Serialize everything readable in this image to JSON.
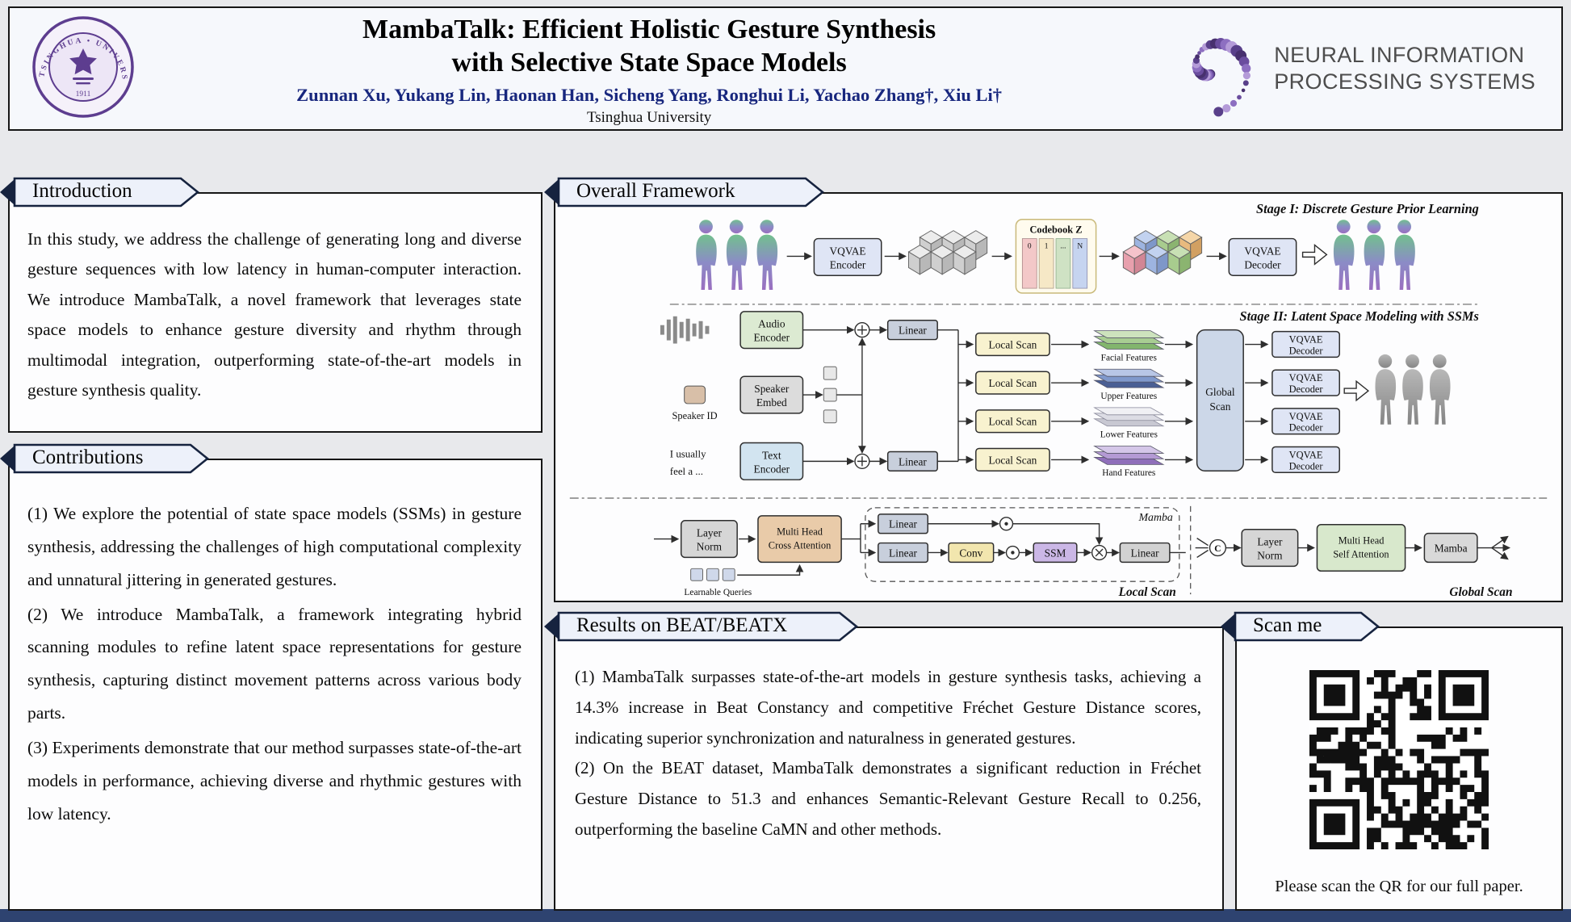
{
  "header": {
    "title_line1": "MambaTalk: Efficient Holistic Gesture Synthesis",
    "title_line2": "with Selective State Space Models",
    "authors": "Zunnan Xu, Yukang Lin, Haonan Han, Sicheng Yang, Ronghui Li, Yachao Zhang†, Xiu Li†",
    "affiliation": "Tsinghua University",
    "neurips": {
      "line1": "NEURAL INFORMATION",
      "line2": "PROCESSING SYSTEMS"
    },
    "seal": {
      "ring": "TSINGHUA  •  UNIVERSITY",
      "year": "1911"
    }
  },
  "sections": {
    "introduction": {
      "title": "Introduction",
      "body": "In this study, we address the challenge of generating long and diverse gesture sequences with low latency in human-computer interaction. We introduce MambaTalk, a novel framework that leverages state space models to enhance gesture diversity and rhythm through multimodal integration, outperforming state-of-the-art models in gesture synthesis quality."
    },
    "contributions": {
      "title": "Contributions",
      "items": [
        "(1) We explore the potential of state space models (SSMs) in gesture synthesis, addressing the challenges of high computational complexity and unnatural jittering in generated gestures.",
        "(2) We introduce MambaTalk, a framework integrating hybrid scanning modules to refine latent space representations for gesture synthesis, capturing distinct movement patterns across various body parts.",
        "(3) Experiments demonstrate that our method surpasses state-of-the-art models in performance, achieving diverse and rhythmic gestures with low latency."
      ]
    },
    "framework": {
      "title": "Overall Framework",
      "stage1": "Stage I: Discrete Gesture Prior Learning",
      "stage2": "Stage II: Latent Space Modeling with SSMs",
      "vqvae_encoder": {
        "l1": "VQVAE",
        "l2": "Encoder"
      },
      "vqvae_decoder": {
        "l1": "VQVAE",
        "l2": "Decoder"
      },
      "codebook_title": "Codebook Z",
      "codebook_cells": [
        "0",
        "1",
        "...",
        "N"
      ],
      "audio_encoder": {
        "l1": "Audio",
        "l2": "Encoder"
      },
      "speaker_embed": {
        "l1": "Speaker",
        "l2": "Embed"
      },
      "text_encoder": {
        "l1": "Text",
        "l2": "Encoder"
      },
      "speaker_id": "Speaker ID",
      "prompt_l1": "I usually",
      "prompt_l2": "feel a ...",
      "linear": "Linear",
      "local_scan": "Local Scan",
      "global_scan": {
        "l1": "Global",
        "l2": "Scan"
      },
      "features": [
        "Facial Features",
        "Upper Features",
        "Lower Features",
        "Hand Features"
      ],
      "layer_norm": {
        "l1": "Layer",
        "l2": "Norm"
      },
      "mh_cross": {
        "l1": "Multi Head",
        "l2": "Cross Attention"
      },
      "mh_self": {
        "l1": "Multi Head",
        "l2": "Self Attention"
      },
      "learnable_queries": "Learnable Queries",
      "mamba": "Mamba",
      "conv": "Conv",
      "ssm": "SSM",
      "concat": "C",
      "local_scan_caption": "Local Scan",
      "global_scan_caption": "Global Scan"
    },
    "results": {
      "title": "Results on BEAT/BEATX",
      "paragraphs": [
        "(1) MambaTalk surpasses state-of-the-art models in gesture synthesis tasks, achieving a 14.3% increase in Beat Constancy and competitive Fréchet Gesture Distance scores, indicating superior synchronization and naturalness in generated gestures.",
        "(2) On the BEAT dataset, MambaTalk demonstrates a significant reduction in Fréchet Gesture Distance to 51.3 and enhances Semantic-Relevant Gesture Recall to 0.256, outperforming the baseline CaMN and other methods."
      ]
    },
    "scan": {
      "title": "Scan me",
      "caption": "Please scan the QR for our full paper."
    }
  },
  "colors": {
    "accent_navy": "#16233f",
    "banner_fill": "#edf1fa",
    "author_blue": "#18277e",
    "footer_blue": "#2e4370"
  }
}
